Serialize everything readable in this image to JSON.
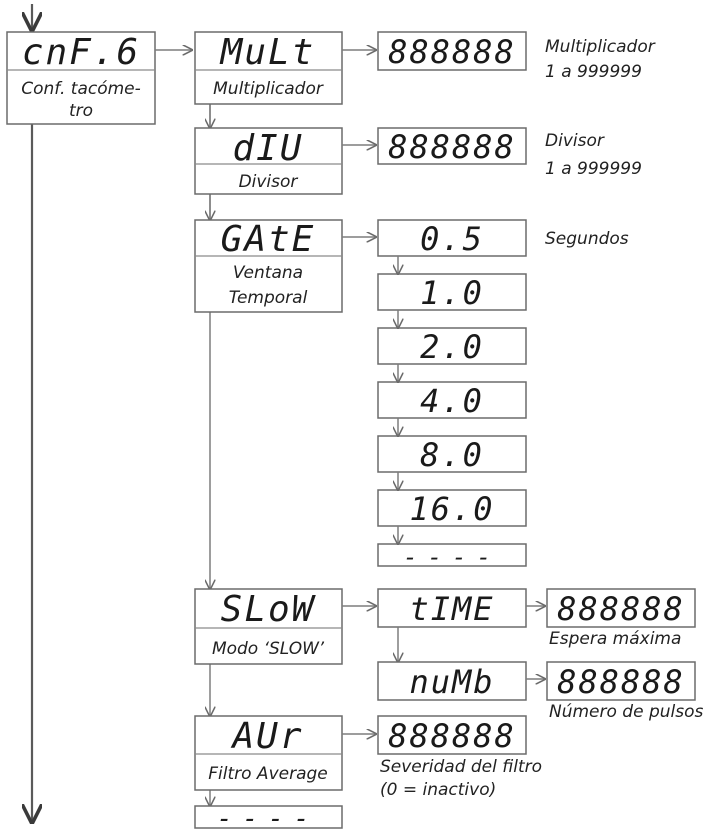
{
  "root": {
    "display": "cnF.6",
    "label_line1": "Conf. tacóme-",
    "label_line2": "tro"
  },
  "menu": [
    {
      "display": "MuLt",
      "label_line1": "Multiplicador",
      "label_line2": "",
      "options": [
        "888888"
      ],
      "note_line1": "Multiplicador",
      "note_line2": "1 a 999999"
    },
    {
      "display": "dIU",
      "label_line1": "Divisor",
      "label_line2": "",
      "options": [
        "888888"
      ],
      "note_line1": "Divisor",
      "note_line2": "1 a 999999"
    },
    {
      "display": "GAtE",
      "label_line1": "Ventana",
      "label_line2": "Temporal",
      "options": [
        "0.5",
        "1.0",
        "2.0",
        "4.0",
        "8.0",
        "16.0",
        "----"
      ],
      "note_line1": "Segundos",
      "note_line2": ""
    },
    {
      "display": "SLoW",
      "label_line1": "Modo ‘SLOW’",
      "label_line2": "",
      "sub": [
        {
          "display": "tIME",
          "value": "888888",
          "note": "Espera máxima"
        },
        {
          "display": "nuMb",
          "value": "888888",
          "note": "Número de pulsos"
        }
      ]
    },
    {
      "display": "AUr",
      "label_line1": "Filtro Average",
      "label_line2": "",
      "options": [
        "888888"
      ],
      "note_line1": "Severidad del filtro",
      "note_line2": "(0 = inactivo)"
    },
    {
      "display": "----",
      "label_line1": "",
      "label_line2": ""
    }
  ],
  "colors": {
    "line": "#7d7d7d",
    "box_border": "#6b6b6b",
    "text": "#1a1a1a"
  }
}
